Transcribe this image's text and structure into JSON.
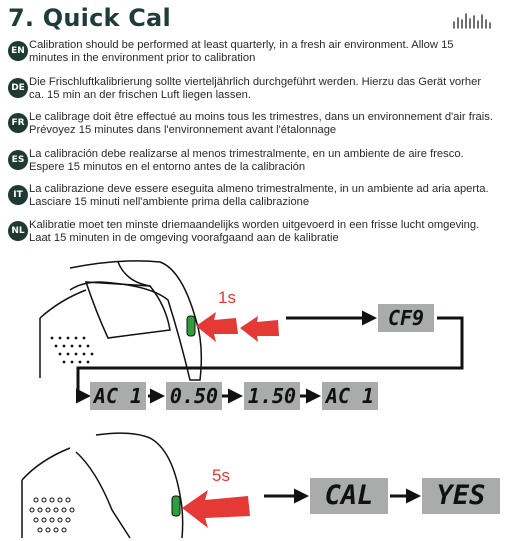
{
  "title": "7. Quick Cal",
  "logo_icon": "brand-logo-icon",
  "languages": [
    {
      "code": "EN",
      "text": "Calibration should be performed at least quarterly, in a fresh air environment.  Allow 15 minutes in the environment prior to calibration"
    },
    {
      "code": "DE",
      "text": "Die Frischluftkalibrierung sollte vierteljährlich durchgeführt werden. Hierzu das Gerät vorher ca. 15 min an der frischen Luft liegen lassen."
    },
    {
      "code": "FR",
      "text": "Le calibrage doit être effectué au moins tous les trimestres, dans un environnement d'air frais.  Prévoyez 15 minutes dans l'environnement avant l'étalonnage"
    },
    {
      "code": "ES",
      "text": "La calibración debe realizarse al menos trimestralmente, en un ambiente de aire fresco.  Espere 15 minutos en el entorno antes de la calibración"
    },
    {
      "code": "IT",
      "text": "La calibrazione deve essere eseguita almeno trimestralmente, in un ambiente ad aria aperta.  Lasciare 15 minuti nell'ambiente prima della calibrazione"
    },
    {
      "code": "NL",
      "text": "Kalibratie moet ten minste driemaandelijks worden uitgevoerd in een frisse lucht omgeving.  Laat 15 minuten in de omgeving voorafgaand aan de kalibratie"
    }
  ],
  "step1": {
    "press_label": "1s",
    "display_first": "CF9",
    "sequence": [
      "AC 1",
      "0.50",
      "1.50",
      "AC 1"
    ]
  },
  "step2": {
    "press_label": "5s",
    "displays": [
      "CAL",
      "YES"
    ]
  },
  "colors": {
    "accent_red": "#e53935",
    "badge_bg": "#1e3a33",
    "lcd_bg": "#a9acab",
    "button_green": "#2e9e3f"
  }
}
